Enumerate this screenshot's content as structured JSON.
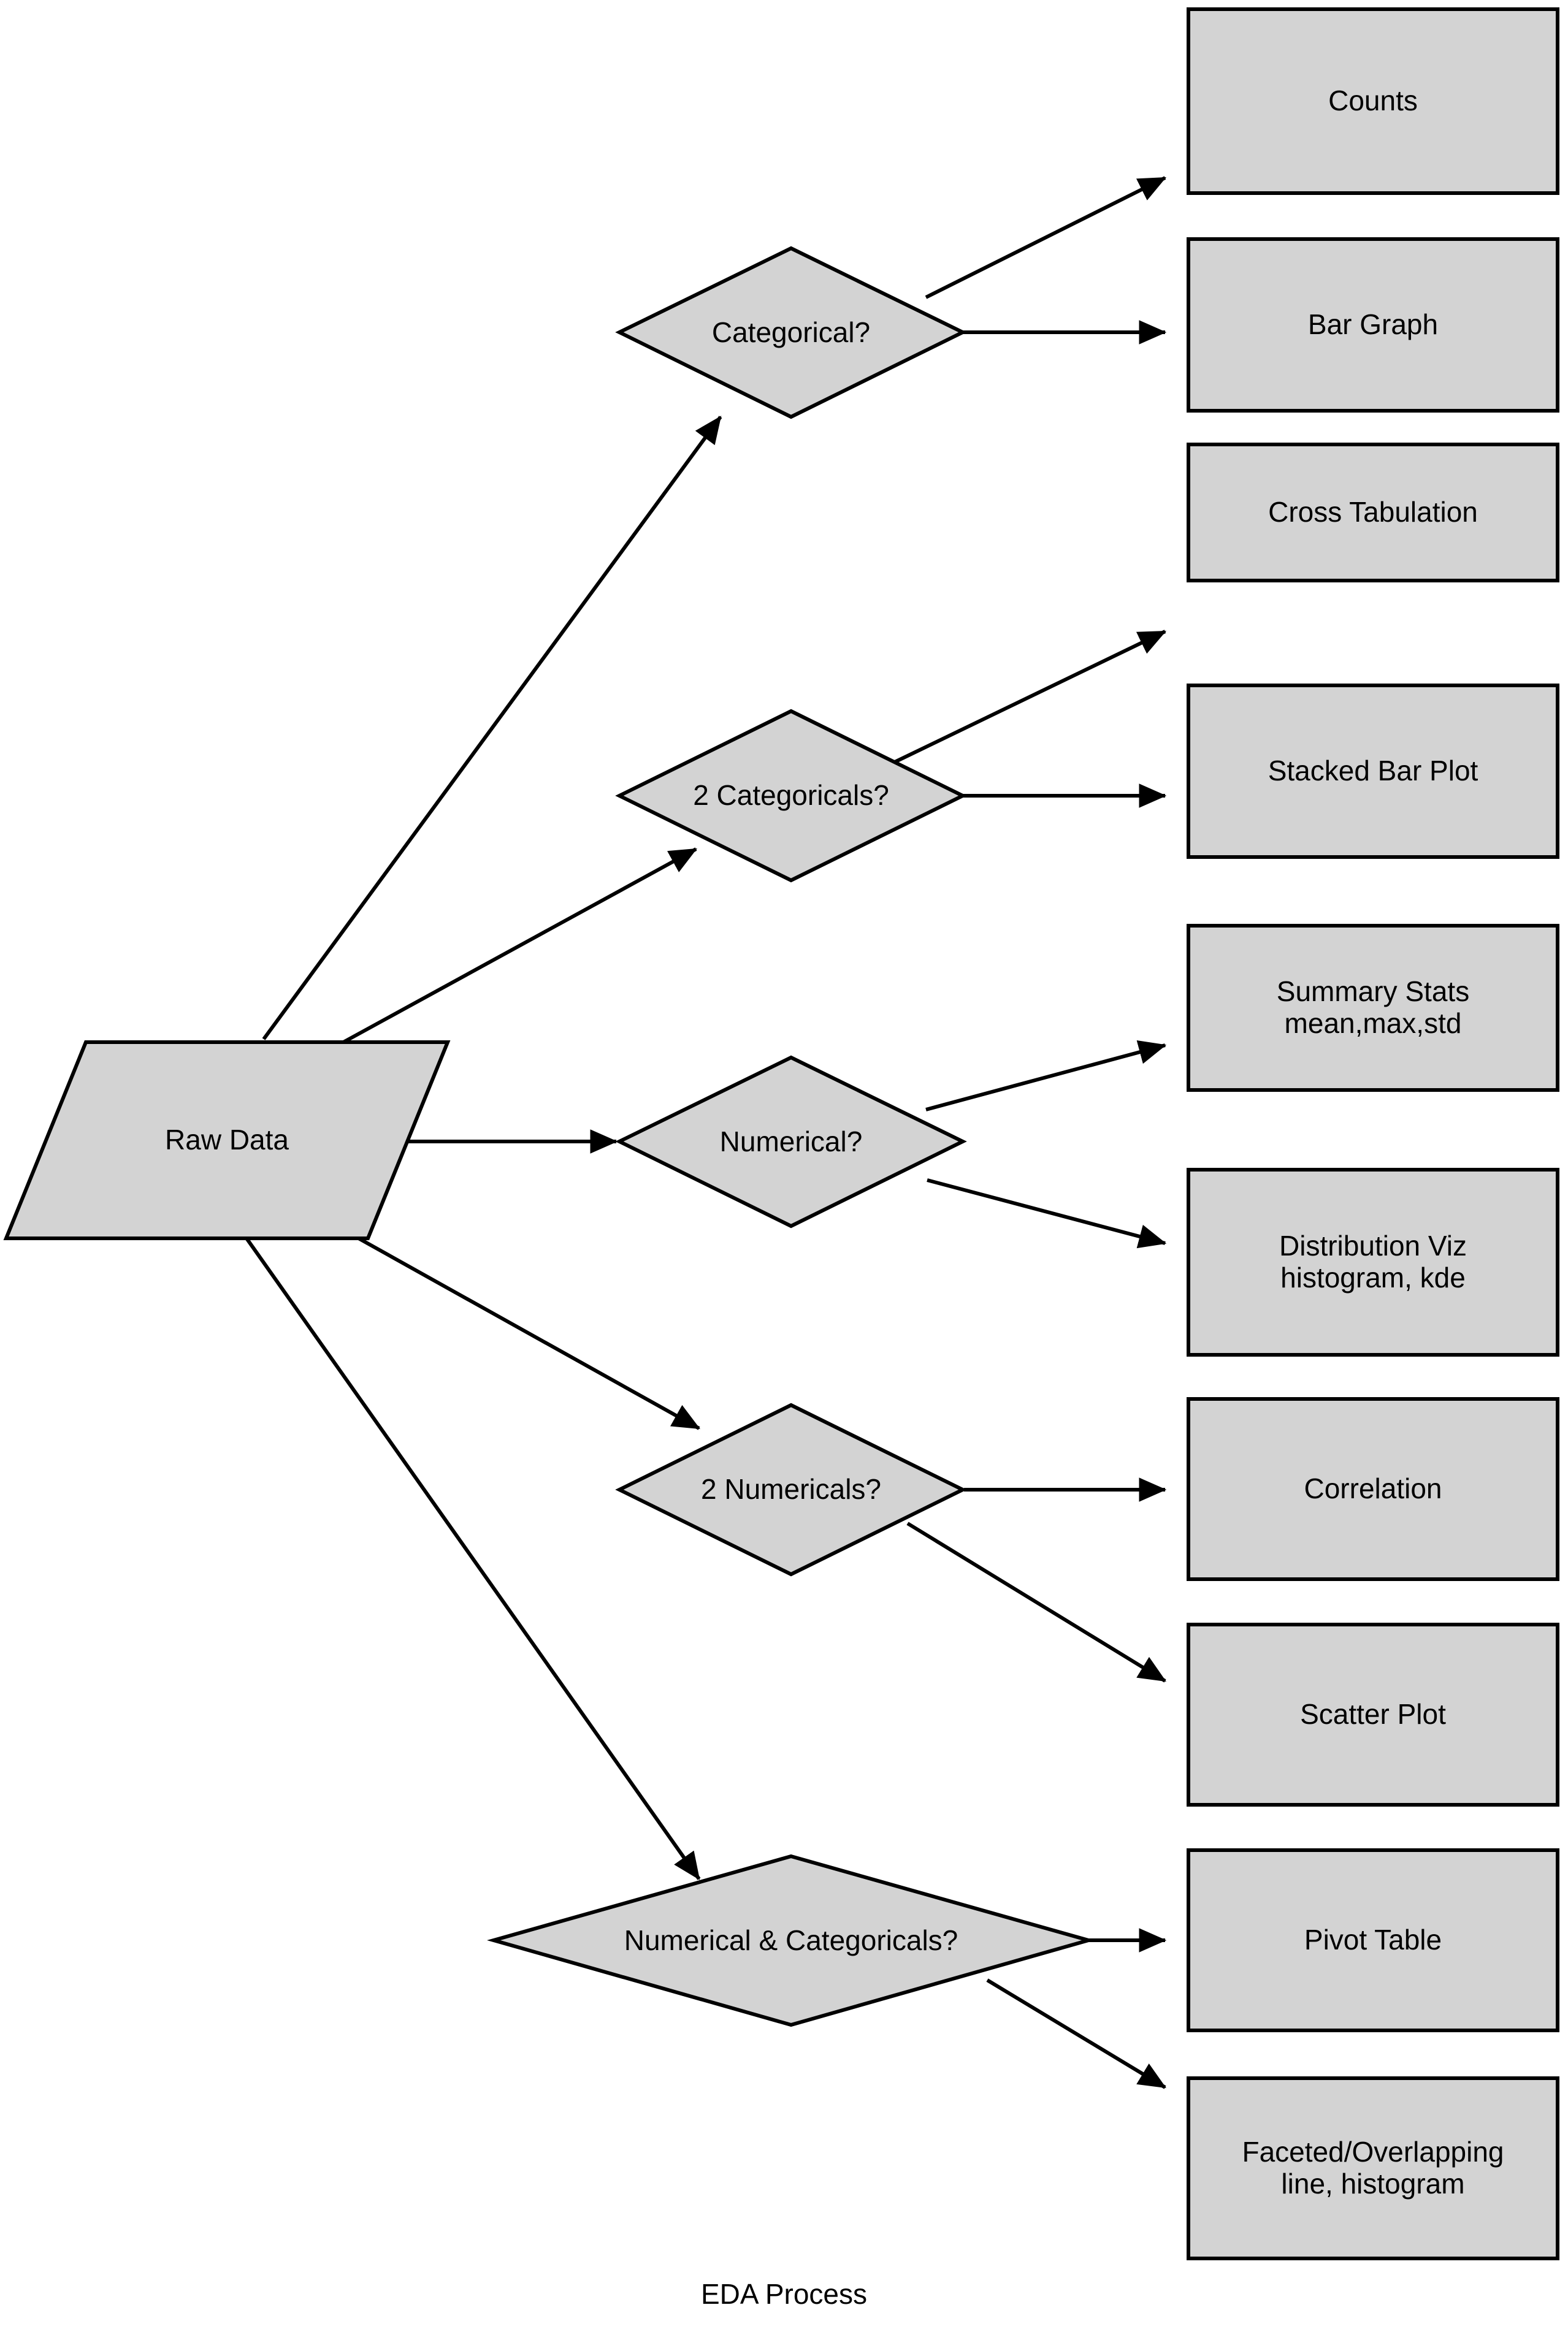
{
  "diagram": {
    "caption": "EDA Process",
    "colors": {
      "node_fill": "#d3d3d3",
      "node_stroke": "#000000",
      "edge_stroke": "#000000",
      "background": "#ffffff",
      "text": "#000000"
    },
    "source_node": {
      "id": "raw-data",
      "shape": "parallelogram",
      "label": "Raw Data"
    },
    "decisions": [
      {
        "id": "categorical",
        "shape": "diamond",
        "label": "Categorical?"
      },
      {
        "id": "two-categoricals",
        "shape": "diamond",
        "label": "2 Categoricals?"
      },
      {
        "id": "numerical",
        "shape": "diamond",
        "label": "Numerical?"
      },
      {
        "id": "two-numericals",
        "shape": "diamond",
        "label": "2 Numericals?"
      },
      {
        "id": "numerical-and-categoricals",
        "shape": "diamond",
        "label": "Numerical & Categoricals?"
      }
    ],
    "outputs": [
      {
        "id": "counts",
        "shape": "rectangle",
        "label": "Counts",
        "sub": ""
      },
      {
        "id": "bar-graph",
        "shape": "rectangle",
        "label": "Bar Graph",
        "sub": ""
      },
      {
        "id": "cross-tabulation",
        "shape": "rectangle",
        "label": "Cross Tabulation",
        "sub": ""
      },
      {
        "id": "stacked-bar-plot",
        "shape": "rectangle",
        "label": "Stacked Bar Plot",
        "sub": ""
      },
      {
        "id": "summary-stats",
        "shape": "rectangle",
        "label": "Summary Stats",
        "sub": "mean,max,std"
      },
      {
        "id": "distribution-viz",
        "shape": "rectangle",
        "label": "Distribution Viz",
        "sub": "histogram, kde"
      },
      {
        "id": "correlation",
        "shape": "rectangle",
        "label": "Correlation",
        "sub": ""
      },
      {
        "id": "scatter-plot",
        "shape": "rectangle",
        "label": "Scatter Plot",
        "sub": ""
      },
      {
        "id": "pivot-table",
        "shape": "rectangle",
        "label": "Pivot Table",
        "sub": ""
      },
      {
        "id": "faceted-overlapping",
        "shape": "rectangle",
        "label": "Faceted/Overlapping",
        "sub": "line, histogram"
      }
    ],
    "edges": [
      {
        "from": "raw-data",
        "to": "categorical"
      },
      {
        "from": "raw-data",
        "to": "two-categoricals"
      },
      {
        "from": "raw-data",
        "to": "numerical"
      },
      {
        "from": "raw-data",
        "to": "two-numericals"
      },
      {
        "from": "raw-data",
        "to": "numerical-and-categoricals"
      },
      {
        "from": "categorical",
        "to": "counts"
      },
      {
        "from": "categorical",
        "to": "bar-graph"
      },
      {
        "from": "two-categoricals",
        "to": "cross-tabulation"
      },
      {
        "from": "two-categoricals",
        "to": "stacked-bar-plot"
      },
      {
        "from": "numerical",
        "to": "summary-stats"
      },
      {
        "from": "numerical",
        "to": "distribution-viz"
      },
      {
        "from": "two-numericals",
        "to": "correlation"
      },
      {
        "from": "two-numericals",
        "to": "scatter-plot"
      },
      {
        "from": "numerical-and-categoricals",
        "to": "pivot-table"
      },
      {
        "from": "numerical-and-categoricals",
        "to": "faceted-overlapping"
      }
    ]
  }
}
